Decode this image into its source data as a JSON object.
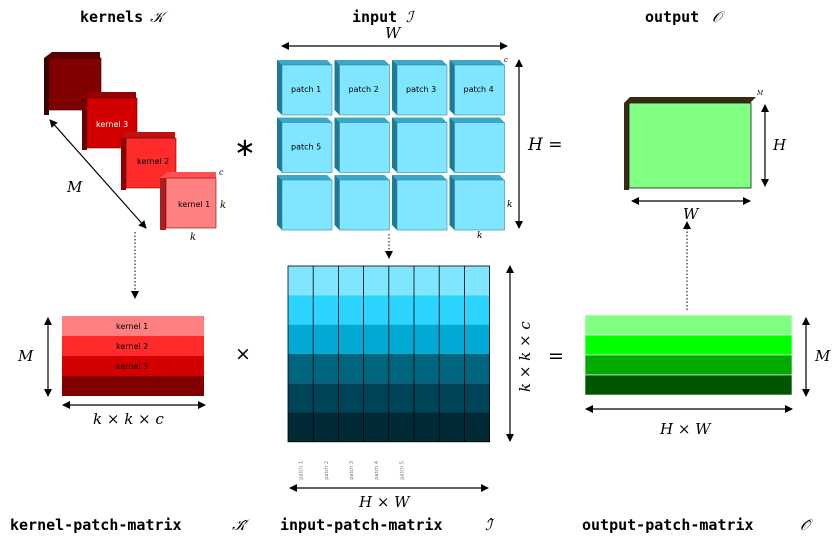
{
  "titles": {
    "kernels": "kernels",
    "input": "input",
    "output": "output",
    "kernel_patch_matrix": "kernel-patch-matrix",
    "input_patch_matrix": "input-patch-matrix",
    "output_patch_matrix": "output-patch-matrix"
  },
  "symbols": {
    "kernels": "𝒦",
    "input": "ℐ",
    "output": "𝒪",
    "kernels_hat": "𝒦̂",
    "input_hat": "ℐ̂",
    "output_hat": "𝒪̂",
    "conv": "∗",
    "times": "×",
    "equals": "="
  },
  "dims": {
    "W": "W",
    "H": "H",
    "M": "M",
    "k": "k",
    "c": "c",
    "H_equals": "H =",
    "k_k_c": "k × k × c",
    "H_times_W": "H × W"
  },
  "kernels": [
    "kernel 1",
    "kernel 2",
    "kernel 3"
  ],
  "patches": [
    "patch 1",
    "patch 2",
    "patch 3",
    "patch 4",
    "patch 5"
  ],
  "colors": {
    "kernel_rows": [
      "#ff8080",
      "#ff2a2a",
      "#d40000",
      "#800000"
    ],
    "input_rows": [
      "#80e5ff",
      "#2ad4ff",
      "#00aad4",
      "#006680",
      "#00445a",
      "#002b36"
    ],
    "output_rows": [
      "#80ff80",
      "#00ff00",
      "#00aa00",
      "#005500"
    ],
    "input_cube": "#80e5ff",
    "output_face": "#80ff80"
  }
}
